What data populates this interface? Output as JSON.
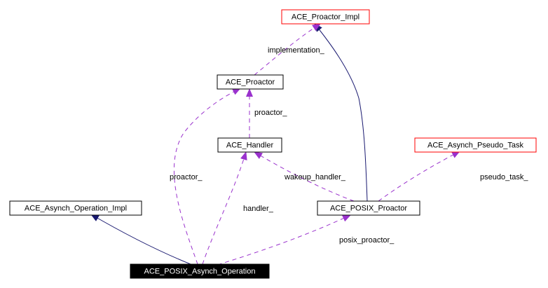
{
  "nodes": {
    "proactor_impl": {
      "label": "ACE_Proactor_Impl",
      "border": "#ff0000",
      "fill": "#ffffff",
      "text": "#000000"
    },
    "proactor": {
      "label": "ACE_Proactor",
      "border": "#000000",
      "fill": "#ffffff",
      "text": "#000000"
    },
    "handler": {
      "label": "ACE_Handler",
      "border": "#000000",
      "fill": "#ffffff",
      "text": "#000000"
    },
    "pseudo_task": {
      "label": "ACE_Asynch_Pseudo_Task",
      "border": "#ff0000",
      "fill": "#ffffff",
      "text": "#000000"
    },
    "op_impl": {
      "label": "ACE_Asynch_Operation_Impl",
      "border": "#000000",
      "fill": "#ffffff",
      "text": "#000000"
    },
    "posix_proactor": {
      "label": "ACE_POSIX_Proactor",
      "border": "#000000",
      "fill": "#ffffff",
      "text": "#000000"
    },
    "posix_op": {
      "label": "ACE_POSIX_Asynch_Operation",
      "border": "#000000",
      "fill": "#000000",
      "text": "#ffffff"
    }
  },
  "edge_labels": {
    "implementation": "implementation_",
    "proactor_1": "proactor_",
    "proactor_2": "proactor_",
    "wakeup_handler": "wakeup_handler_",
    "pseudo_task": "pseudo_task_",
    "handler": "handler_",
    "posix_proactor": "posix_proactor_"
  },
  "colors": {
    "inheritance": "#191970",
    "usage": "#9a32cd"
  }
}
